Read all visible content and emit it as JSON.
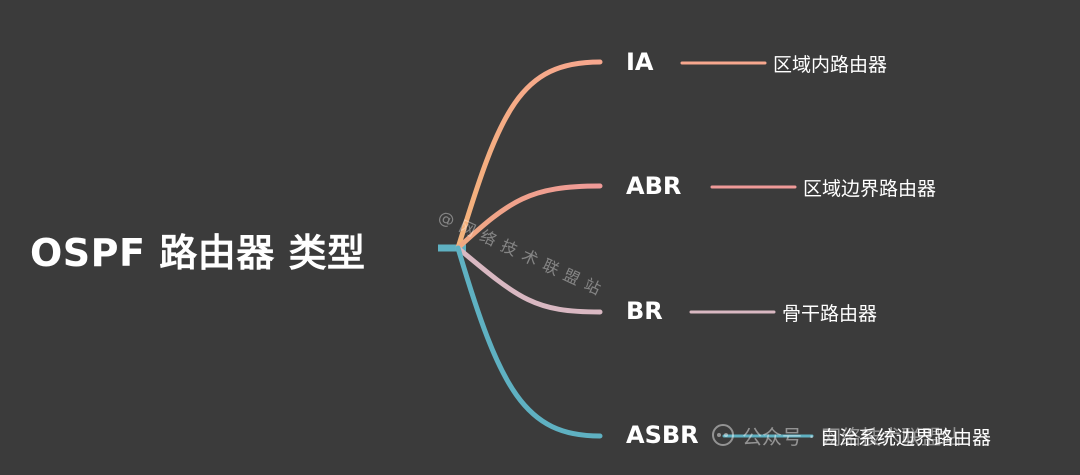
{
  "diagram": {
    "root": "OSPF 路由器 类型",
    "branches": [
      {
        "label": "IA",
        "description": "区域内路由器",
        "color": "#f7a78e"
      },
      {
        "label": "ABR",
        "description": "区域边界路由器",
        "color": "#ef9a98"
      },
      {
        "label": "BR",
        "description": "骨干路由器",
        "color": "#d9b8c2"
      },
      {
        "label": "ASBR",
        "description": "自治系统边界路由器",
        "color": "#5fb1c2"
      }
    ],
    "colors": {
      "background": "#3b3b3b",
      "root_stub": "#5fb1c2",
      "text": "#ffffff"
    }
  },
  "watermarks": {
    "diagonal": "@网络技术联盟站",
    "bottom": "公众号 · 网络技术联盟站",
    "bottom_icon": "wechat-icon"
  }
}
